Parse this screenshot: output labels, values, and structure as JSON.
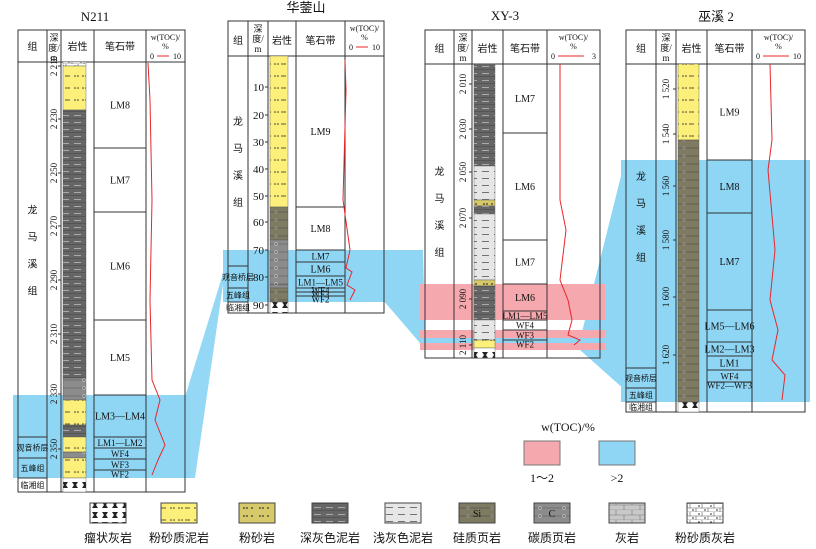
{
  "header": {
    "group": "组",
    "depth": "深度/m",
    "depth_a": "深",
    "depth_b": "度/",
    "depth_c": "m",
    "lith": "岩性",
    "grapto": "笔石带",
    "toc_a": "w(TOC)/",
    "toc_b": "%"
  },
  "formations": {
    "longmaxi": [
      "龙",
      "马",
      "溪",
      "组"
    ],
    "longmaxi_full": "龙马溪组",
    "guanyinqiao": "观音桥层",
    "wufeng": "五峰组",
    "linxiang": "临湘组"
  },
  "wells": [
    {
      "name": "N211",
      "toc_min": "0",
      "toc_max": "10",
      "depth_ticks": [
        "2 210",
        "2 230",
        "2 250",
        "2 270",
        "2 290",
        "2 310",
        "2 330",
        "2 350"
      ],
      "zones": [
        "LM8",
        "LM7",
        "LM6",
        "LM5",
        "LM3—LM4",
        "LM1—LM2",
        "WF4",
        "WF3",
        "WF2"
      ]
    },
    {
      "name": "华蓥山",
      "toc_min": "0",
      "toc_max": "10",
      "depth_ticks": [
        "10",
        "20",
        "30",
        "40",
        "50",
        "60",
        "70",
        "80",
        "90"
      ],
      "zones": [
        "LM9",
        "LM8",
        "LM7",
        "LM6",
        "LM1—LM5",
        "WF4",
        "WF3",
        "WF2"
      ]
    },
    {
      "name": "XY-3",
      "toc_min": "0",
      "toc_max": "3",
      "depth_ticks": [
        "2 010",
        "2 030",
        "2 050",
        "2 070",
        "2 090",
        "2 110"
      ],
      "zones": [
        "LM7",
        "LM6",
        "LM7",
        "LM6",
        "LM1—LM5",
        "WF4",
        "WF3",
        "WF2"
      ]
    },
    {
      "name": "巫溪 2",
      "toc_min": "0",
      "toc_max": "10",
      "depth_ticks": [
        "1 520",
        "1 540",
        "1 560",
        "1 580",
        "1 600",
        "1 620"
      ],
      "zones": [
        "LM9",
        "LM8",
        "LM7",
        "LM5—LM6",
        "LM2—LM3",
        "LM1",
        "WF4",
        "WF2—WF3"
      ]
    }
  ],
  "toc_legend": {
    "title": "w(TOC)/%",
    "items": [
      {
        "label": "1～2",
        "color": "#f5a8ae"
      },
      {
        "label": ">2",
        "color": "#8fd6f5"
      }
    ]
  },
  "lith_legend": [
    {
      "label": "瘤状灰岩",
      "pattern": "nodular-limestone"
    },
    {
      "label": "粉砂质泥岩",
      "pattern": "silty-mudstone"
    },
    {
      "label": "粉砂岩",
      "pattern": "siltstone"
    },
    {
      "label": "深灰色泥岩",
      "pattern": "dark-gray-mudstone"
    },
    {
      "label": "浅灰色泥岩",
      "pattern": "light-gray-mudstone"
    },
    {
      "label": "硅质页岩",
      "pattern": "siliceous-shale",
      "symbol": "Si"
    },
    {
      "label": "碳质页岩",
      "pattern": "carbonaceous-shale",
      "symbol": "C"
    },
    {
      "label": "灰岩",
      "pattern": "limestone"
    },
    {
      "label": "粉砂质灰岩",
      "pattern": "silty-limestone"
    }
  ],
  "colors": {
    "toc_high": "#8fd6f5",
    "toc_mid": "#f5a8ae",
    "toc_curve": "#e8262a",
    "silty_mud": "#fdf07a",
    "siltstone": "#d6c96a",
    "dark_mud": "#666666",
    "light_mud": "#e6e6e6",
    "siliceous": "#7f7a62",
    "carbonaceous": "#8c8c8c"
  }
}
